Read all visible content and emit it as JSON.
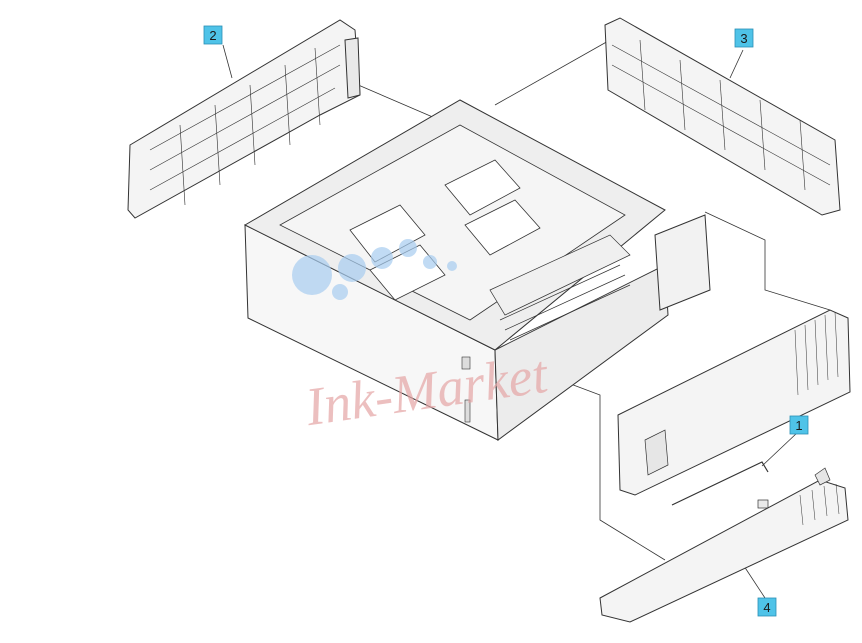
{
  "callouts": [
    {
      "id": "1",
      "label": "1"
    },
    {
      "id": "2",
      "label": "2"
    },
    {
      "id": "3",
      "label": "3"
    },
    {
      "id": "4",
      "label": "4"
    }
  ],
  "watermark": {
    "text": "Ink-Market"
  },
  "colors": {
    "callout_fill": "#4fc3e8",
    "callout_stroke": "#2a8fb5",
    "line": "#333333",
    "part_fill": "#f4f4f4",
    "watermark_text": "#e5a5a5",
    "watermark_dots": "#a8cdf0"
  }
}
